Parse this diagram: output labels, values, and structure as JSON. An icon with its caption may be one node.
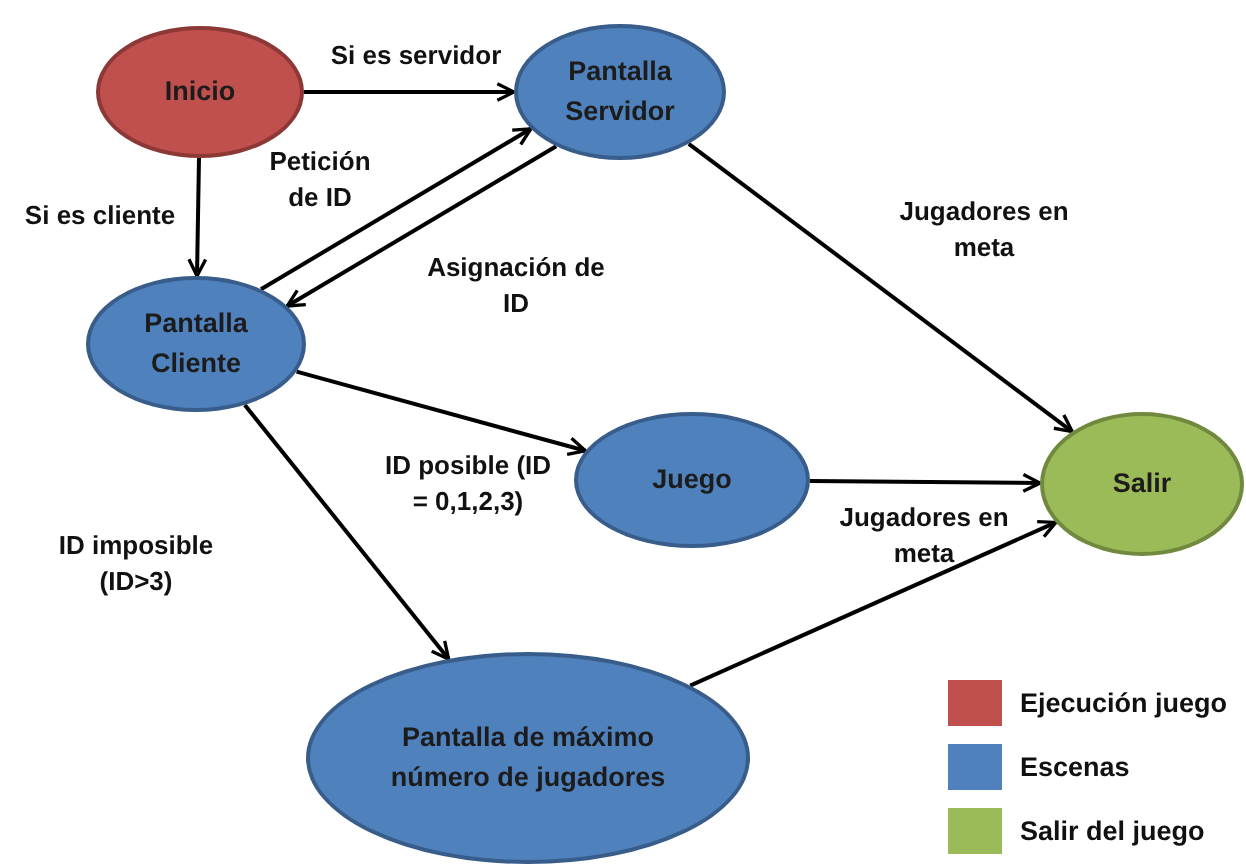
{
  "diagram": {
    "nodes": [
      {
        "text": [
          "Inicio"
        ]
      },
      {
        "text": [
          "Pantalla Servidor"
        ]
      },
      {
        "text": [
          "Pantalla Cliente"
        ]
      },
      {
        "text": [
          "Juego"
        ]
      },
      {
        "text": [
          "Salir"
        ]
      },
      {
        "text": [
          "Pantalla de máximo número de jugadores"
        ]
      }
    ],
    "edges": [
      {
        "from": 0,
        "to": 1,
        "arrow": "to",
        "label": "Si es servidor"
      },
      {
        "from": 0,
        "to": 2,
        "arrow": "to",
        "label": "Si es cliente"
      },
      {
        "from": 2,
        "to": 1,
        "arrow": "to",
        "label": "Petición de ID"
      },
      {
        "from": 1,
        "to": 2,
        "arrow": "to",
        "label": "Asignación de ID"
      },
      {
        "from": 1,
        "to": 4,
        "arrow": "to",
        "label": "Jugadores en meta"
      },
      {
        "from": 2,
        "to": 3,
        "arrow": "to",
        "label": "ID posible (ID = 0,1,2,3)"
      },
      {
        "from": 3,
        "to": 4,
        "arrow": "to",
        "label": "Jugadores en meta"
      },
      {
        "from": 2,
        "to": 5,
        "arrow": "to",
        "label": "ID imposible (ID>3)"
      },
      {
        "from": 5,
        "to": 4,
        "arrow": "to"
      }
    ],
    "legend": [
      {
        "text": "Ejecución juego",
        "color": "#c0504d"
      },
      {
        "text": "Escenas",
        "color": "#4f81bd"
      },
      {
        "text": "Salir del juego",
        "color": "#9bbb59"
      }
    ]
  }
}
